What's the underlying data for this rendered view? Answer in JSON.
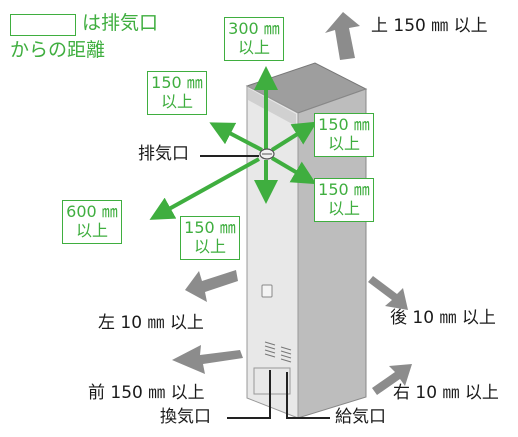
{
  "legend": {
    "line1": "は排気口",
    "line2": "からの距離"
  },
  "exhaust_distances": {
    "up": {
      "value": "300 ㎜",
      "suffix": "以上"
    },
    "left_up": {
      "value": "150 ㎜",
      "suffix": "以上"
    },
    "right_up": {
      "value": "150 ㎜",
      "suffix": "以上"
    },
    "right_down": {
      "value": "150 ㎜",
      "suffix": "以上"
    },
    "left_far": {
      "value": "600 ㎜",
      "suffix": "以上"
    },
    "down": {
      "value": "150 ㎜",
      "suffix": "以上"
    }
  },
  "exhaust_label": "排気口",
  "clearances": {
    "top": "上 150 ㎜ 以上",
    "left": "左 10 ㎜ 以上",
    "back": "後 10 ㎜ 以上",
    "front": "前 150 ㎜ 以上",
    "right": "右 10 ㎜ 以上"
  },
  "ports": {
    "intake_vent": "換気口",
    "supply_vent": "給気口"
  },
  "colors": {
    "green": "#3fae3f",
    "gray_arrow": "#8c8c8c",
    "unit_front": "#e6e6e6",
    "unit_side": "#bdbdbd",
    "unit_top": "#9e9e9e"
  }
}
